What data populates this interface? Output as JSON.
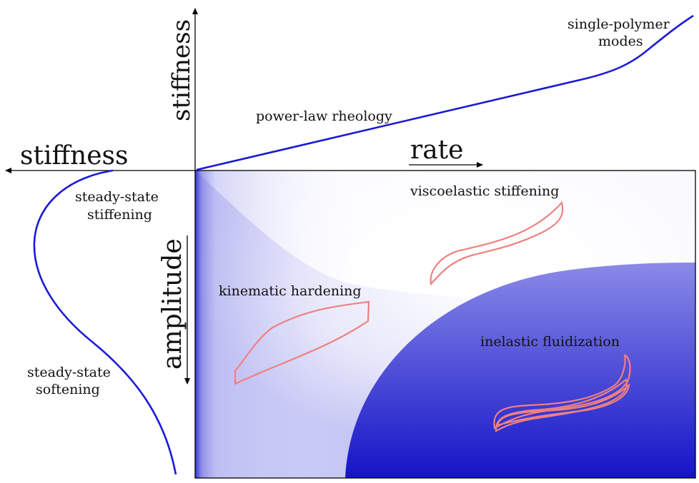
{
  "axes": {
    "top_axis_label": "stiffness",
    "left_axis_label": "stiffness",
    "rate_label": "rate",
    "amplitude_label": "amplitude"
  },
  "top_curve_labels": {
    "single_polymer_line1": "single-polymer",
    "single_polymer_line2": "modes",
    "power_law": "power-law rheology"
  },
  "left_curve_labels": {
    "stiffening_line1": "steady-state",
    "stiffening_line2": "stiffening",
    "softening_line1": "steady-state",
    "softening_line2": "softening"
  },
  "regime_labels": {
    "viscoelastic": "viscoelastic stiffening",
    "kinematic": "kinematic hardening",
    "inelastic": "inelastic fluidization"
  },
  "colors": {
    "curve": "#1a1ad6",
    "loop": "#f08080",
    "fluid_region_top": "#8a8ae8",
    "fluid_region_bottom": "#1414c8",
    "axis": "#000000"
  }
}
